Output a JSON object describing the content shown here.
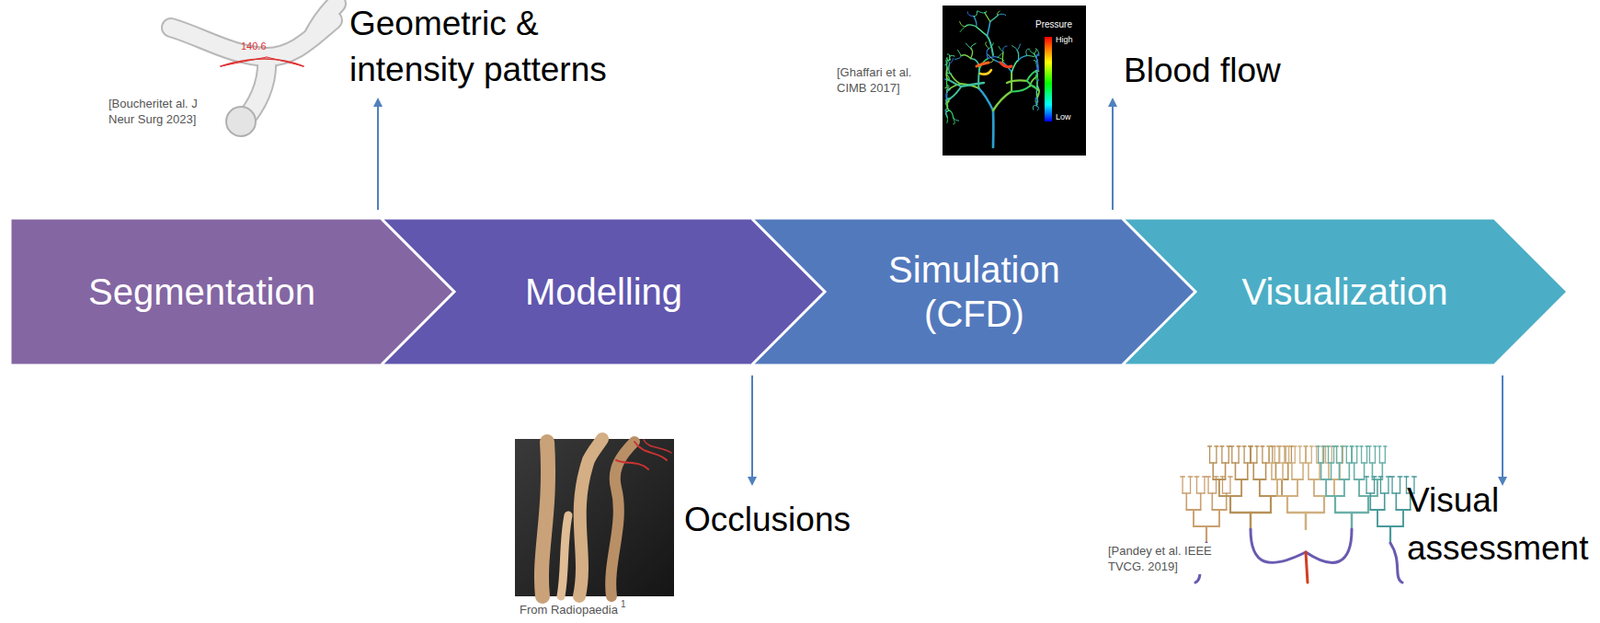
{
  "diagram": {
    "nodes": [
      {
        "text": [
          "Segmentation"
        ]
      },
      {
        "text": [
          "Modelling"
        ]
      },
      {
        "text": [
          "Simulation (CFD)"
        ]
      },
      {
        "text": [
          "Visualization"
        ]
      }
    ],
    "labels": [
      "Geometric & intensity patterns",
      "140.6",
      "[Boucheritet al. J Neur Surg 2023]",
      "[Ghaffari et al. CIMB 2017]",
      "Pressure",
      "High",
      "Low",
      "Blood flow",
      "Occlusions",
      "From Radiopaedia",
      "1",
      "Visual assessment",
      "[Pandey et al. IEEE TVCG. 2019]"
    ]
  }
}
